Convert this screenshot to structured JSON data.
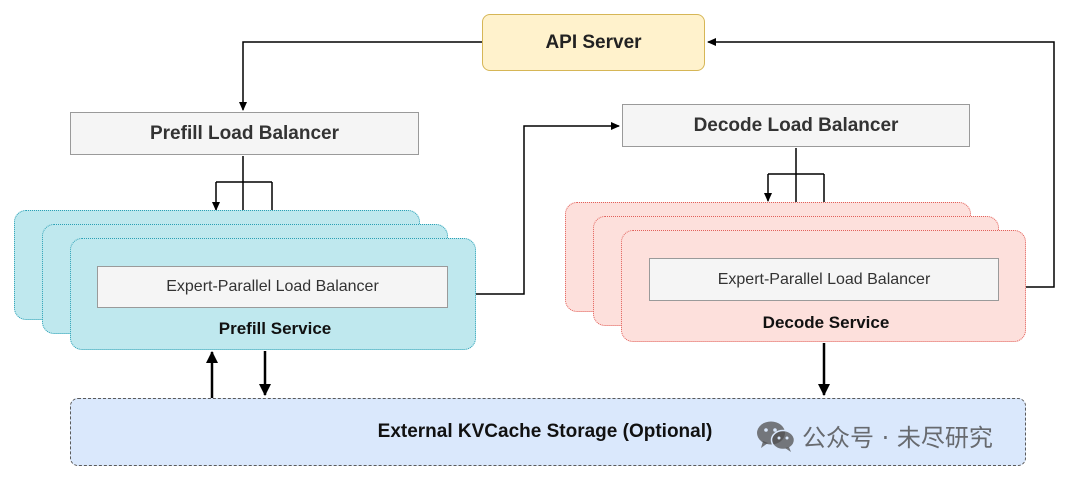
{
  "nodes": {
    "api_server": "API Server",
    "prefill_lb": "Prefill Load Balancer",
    "decode_lb": "Decode Load Balancer",
    "prefill_ep_lb": "Expert-Parallel Load Balancer",
    "decode_ep_lb": "Expert-Parallel Load Balancer",
    "prefill_service": "Prefill Service",
    "decode_service": "Decode Service",
    "kvcache": "External KVCache Storage (Optional)"
  },
  "watermark": {
    "text": "公众号 · 未尽研究",
    "icon": "wechat-icon"
  },
  "colors": {
    "api_server_fill": "#fff2cc",
    "prefill_fill": "#bfe8ee",
    "decode_fill": "#fde0dc",
    "kvcache_fill": "#dae8fc"
  }
}
